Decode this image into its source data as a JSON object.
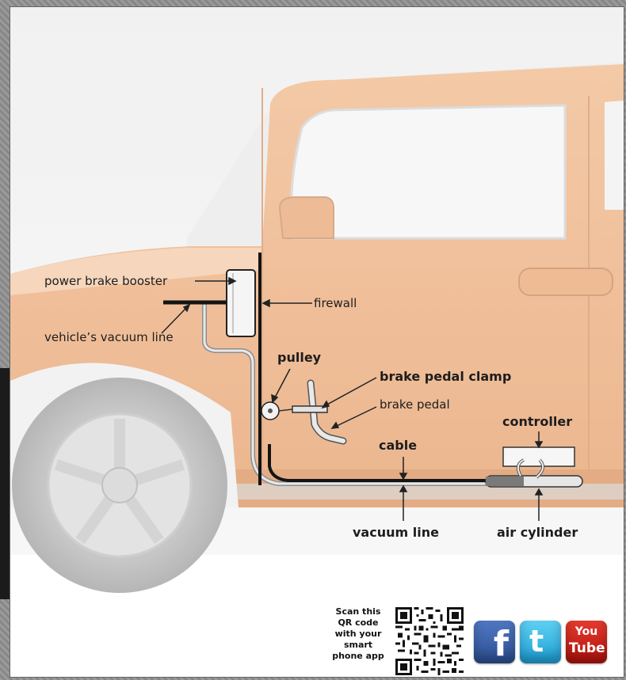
{
  "labels": {
    "power_brake_booster": "power brake booster",
    "firewall": "firewall",
    "vehicles_vacuum_line": "vehicle’s vacuum line",
    "pulley": "pulley",
    "brake_pedal_clamp": "brake pedal clamp",
    "brake_pedal": "brake pedal",
    "controller": "controller",
    "cable": "cable",
    "vacuum_line": "vacuum line",
    "air_cylinder": "air cylinder"
  },
  "footer": {
    "qr_caption": "Scan this\nQR code\nwith your\nsmart\nphone app",
    "facebook_glyph": "f",
    "twitter_glyph": "t",
    "youtube_top": "You",
    "youtube_bottom": "Tube"
  },
  "colors": {
    "car_body": "#eba672",
    "car_body_light": "#f2c39c",
    "line": "#141414",
    "tube": "#a8a8a8"
  }
}
